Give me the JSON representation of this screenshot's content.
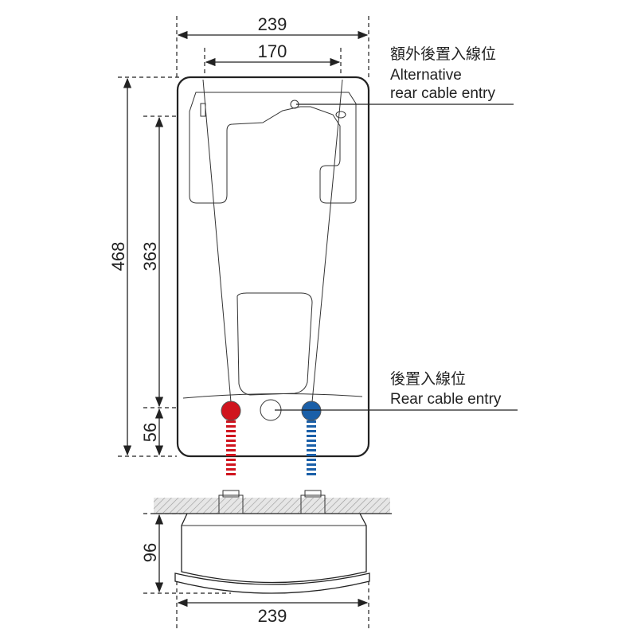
{
  "dimensions": {
    "top_width": "239",
    "inner_width": "170",
    "total_height": "468",
    "entry_height": "363",
    "bottom_offset": "56",
    "depth": "96",
    "bottom_width": "239"
  },
  "labels": {
    "alt_rear_zh": "額外後置入線位",
    "alt_rear_en_1": "Alternative",
    "alt_rear_en_2": "rear cable entry",
    "rear_zh": "後置入線位",
    "rear_en": "Rear cable entry"
  },
  "colors": {
    "hot_pipe": "#d0141e",
    "cold_pipe": "#1a5fa8"
  }
}
